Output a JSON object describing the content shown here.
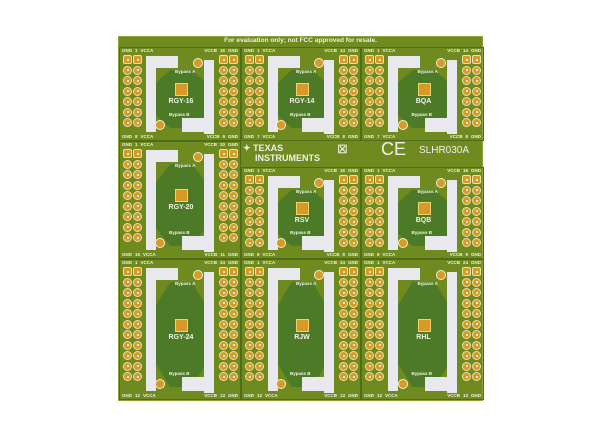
{
  "board": {
    "notice": "For evaluation only; not FCC approved for resale.",
    "part_number": "SLHR030A",
    "brand_line1": "TEXAS",
    "brand_line2": "INSTRUMENTS",
    "ce_mark": "CE",
    "weee_icon": "crossed-bin-icon"
  },
  "labels": {
    "gnd": "GND",
    "vcca": "VCCA",
    "vccb": "VCCB",
    "bypass_a": "Bypass A",
    "bypass_b": "Bypass B"
  },
  "colors": {
    "board": "#6f8a1e",
    "pad": "#d79a26",
    "silk": "#e8e8ee"
  },
  "cells": [
    {
      "package": "RGY-16",
      "tl": "1",
      "tr": "16",
      "bl": "8",
      "br": "9"
    },
    {
      "package": "RGY-14",
      "tl": "1",
      "tr": "14",
      "bl": "7",
      "br": "8"
    },
    {
      "package": "BQA",
      "tl": "1",
      "tr": "14",
      "bl": "7",
      "br": "8"
    },
    {
      "package": "RGY-20",
      "tl": "1",
      "tr": "20",
      "bl": "10",
      "br": "11"
    },
    {
      "package": "RSV",
      "tl": "1",
      "tr": "16",
      "bl": "8",
      "br": "9"
    },
    {
      "package": "BQB",
      "tl": "1",
      "tr": "16",
      "bl": "8",
      "br": "9"
    },
    {
      "package": "RGY-24",
      "tl": "1",
      "tr": "24",
      "bl": "12",
      "br": "13"
    },
    {
      "package": "RJW",
      "tl": "1",
      "tr": "24",
      "bl": "12",
      "br": "13"
    },
    {
      "package": "RHL",
      "tl": "1",
      "tr": "24",
      "bl": "12",
      "br": "13"
    }
  ]
}
